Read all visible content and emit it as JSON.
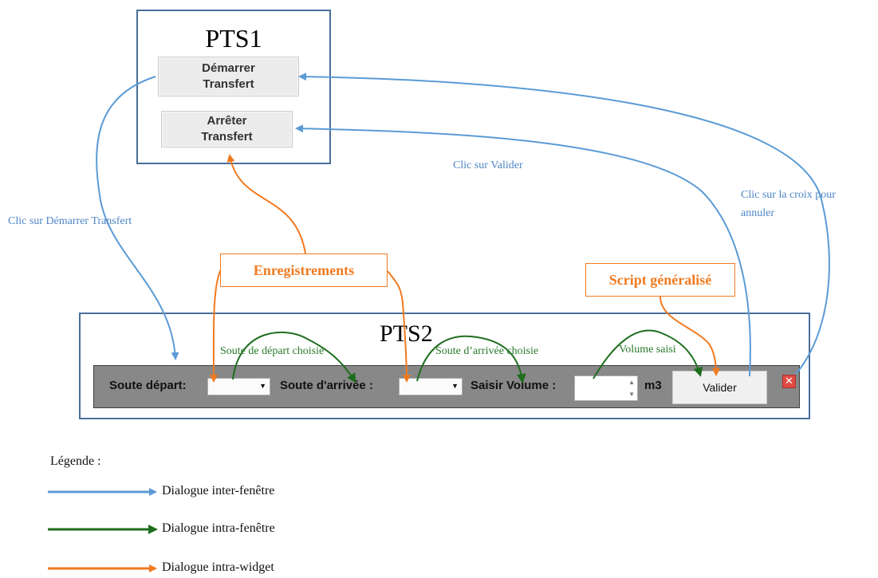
{
  "pts1": {
    "title": "PTS1",
    "start_button": [
      "Démarrer",
      "Transfert"
    ],
    "stop_button": [
      "Arrêter",
      "Transfert"
    ]
  },
  "pts2": {
    "title": "PTS2",
    "soute_depart_label": "Soute départ:",
    "soute_arrivee_label": "Soute d'arrivée :",
    "volume_label": "Saisir Volume :",
    "unit_label": "m3",
    "valider_label": "Valider",
    "close_symbol": "✕"
  },
  "annotations": {
    "clic_demarrer": "Clic sur Démarrer Transfert",
    "clic_valider": "Clic sur Valider",
    "clic_croix_line1": "Clic sur la croix pour",
    "clic_croix_line2": "annuler",
    "enregistrements": "Enregistrements",
    "script_generalise": "Script généralisé",
    "soute_depart_choisie": "Soute de départ choisie",
    "soute_arrivee_choisie": "Soute d’arrivée choisie",
    "volume_saisi": "Volume saisi"
  },
  "legend": {
    "title": "Légende :",
    "items": [
      {
        "label": "Dialogue inter-fenêtre",
        "color": "#5b9bd5"
      },
      {
        "label": "Dialogue intra-fenêtre",
        "color": "#1e6e1e"
      },
      {
        "label": "Dialogue intra-widget",
        "color": "#f07a20"
      }
    ]
  },
  "colors": {
    "inter": "#5b9bd5",
    "intra_fenetre": "#1e6e1e",
    "intra_widget": "#f07a20"
  }
}
